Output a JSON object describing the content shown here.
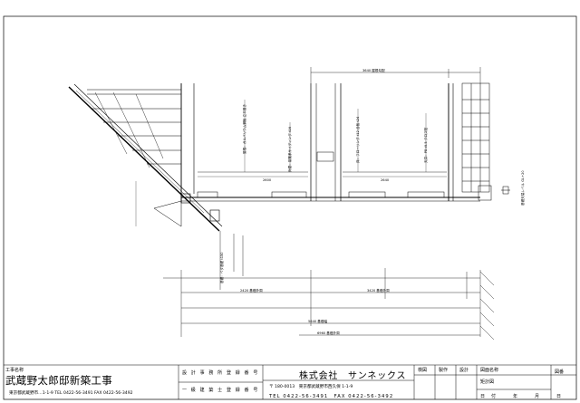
{
  "title_block": {
    "project_label": "工事名称",
    "project_name": "武蔵野太郎邸新築工事",
    "project_address": "東京都武蔵野市…1-1-9 TEL 0422-56-3491 FAX 0422-56-3492",
    "registration_1": "設 計 事 務 所 登 録 番 号",
    "registration_2": "一 級 建 築 士 登 録 番 号",
    "company": "株式会社　サンネックス",
    "company_address": "〒 180-0013　東京都武蔵野市西久保 1-1-9",
    "company_tel": "TEL 0422-56-3491　FAX 0422-56-3492",
    "header_inspect": "検図",
    "header_draft": "製作",
    "header_design": "設計",
    "drawing_title_label": "図面名称",
    "drawing_title": "矩計図",
    "date_label": "日付　年　月　日",
    "drawing_number_label": "図番"
  },
  "drawing": {
    "top_dim": "3640 屋根勾配",
    "dim_mid_1": "2600",
    "dim_mid_2": "2640",
    "dim_lower_1": "2420 基礎外周",
    "dim_lower_2": "3420 基礎外周",
    "dim_bottom_1": "5640 基礎幅",
    "dim_bottom_2": "6960 基礎外周",
    "note_right_v": "基礎天端レベル GL+20",
    "note_roof": "屋根：ガルバリウム鋼板 立平葺き",
    "note_wall": "外壁：窯業系サイディング t16",
    "note_floor": "床：フローリング t12 合板 t24",
    "note_ceiling": "天井：PB t9.5 クロス貼",
    "note_found": "基礎：ベタ基礎 t150"
  },
  "colors": {
    "line": "#000000",
    "bg": "#ffffff"
  }
}
